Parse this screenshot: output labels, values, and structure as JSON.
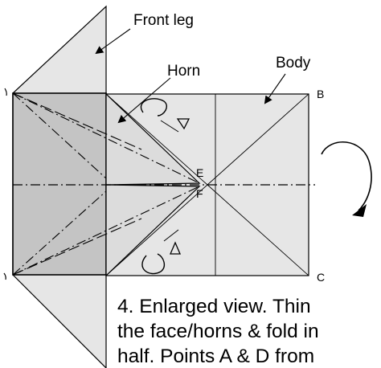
{
  "labels": {
    "front_leg": "Front leg",
    "horn": "Horn",
    "body": "Body",
    "point_b": "B",
    "point_c": "C",
    "point_e": "E",
    "point_f": "F"
  },
  "caption": {
    "line1": "4. Enlarged view. Thin",
    "line2": "the face/horns & fold in",
    "line3": "half. Points A & D from"
  },
  "colors": {
    "light_fill": "#e6e6e6",
    "dark_fill": "#c4c4c4",
    "line": "#000000"
  }
}
